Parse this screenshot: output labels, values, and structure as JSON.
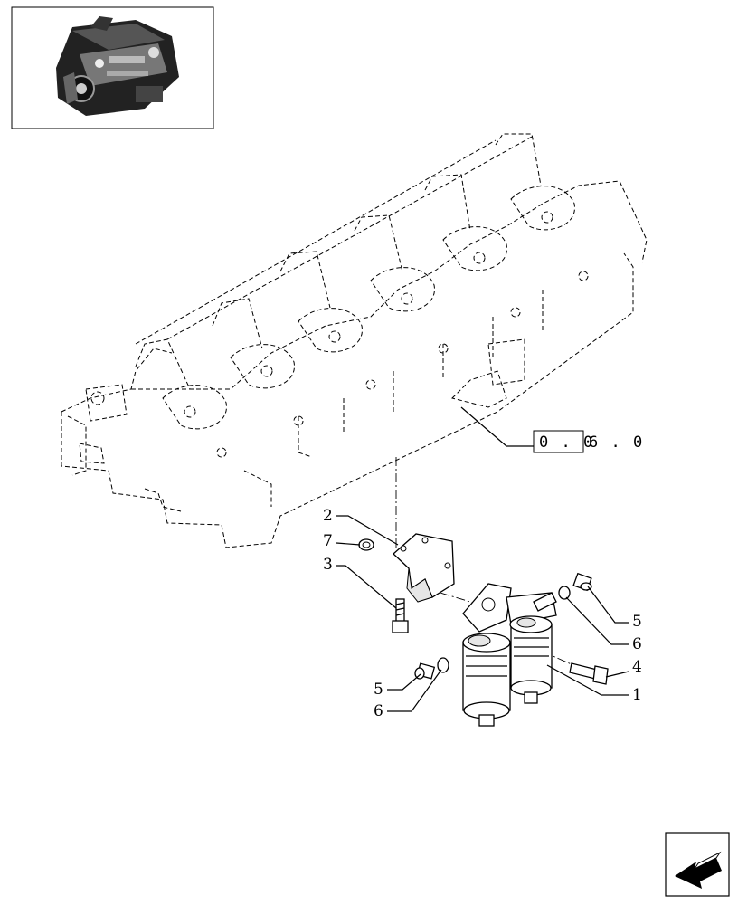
{
  "reference_label": {
    "boxed": "0 . 0",
    "rest": "6 . 0"
  },
  "callouts": {
    "c1": "1",
    "c2": "2",
    "c3": "3",
    "c4": "4",
    "c5a": "5",
    "c5b": "5",
    "c6a": "6",
    "c6b": "6",
    "c7": "7"
  },
  "icons": {
    "thumbnail": "engine-thumbnail-icon",
    "nav": "next-page-arrow-icon"
  }
}
